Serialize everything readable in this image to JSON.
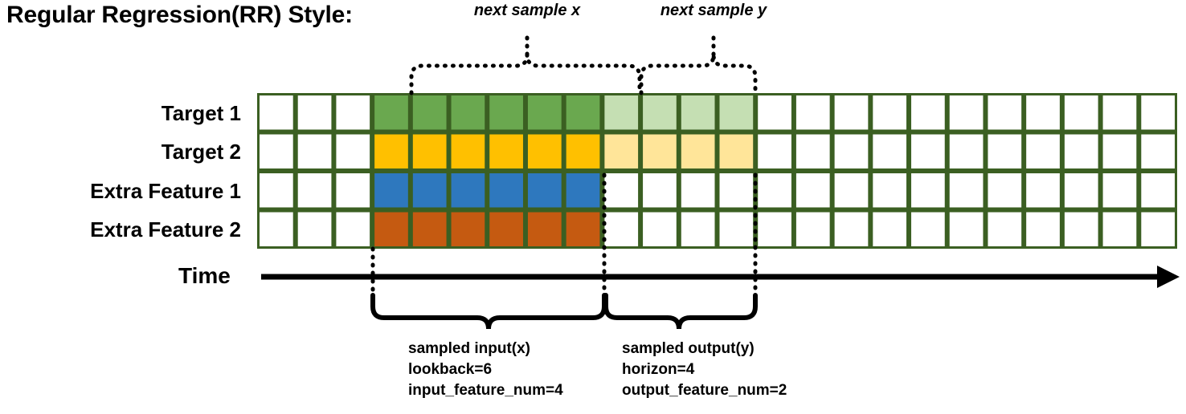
{
  "title": "Regular Regression(RR) Style:",
  "row_labels": [
    "Target 1",
    "Target 2",
    "Extra Feature 1",
    "Extra Feature 2"
  ],
  "time_axis": {
    "label": "Time"
  },
  "top_annotations": [
    {
      "name": "next-sample-x",
      "text": "next sample x"
    },
    {
      "name": "next-sample-y",
      "text": "next sample y"
    }
  ],
  "bottom_annotations": [
    {
      "name": "sampled-input",
      "lines": [
        "sampled input(x)",
        "lookback=6",
        "input_feature_num=4"
      ]
    },
    {
      "name": "sampled-output",
      "lines": [
        "sampled output(y)",
        "horizon=4",
        "output_feature_num=2"
      ]
    }
  ],
  "colors": {
    "grid_border": "#3B5F22",
    "target1_dark": "#6AA84F",
    "target1_light": "#C5DFB3",
    "target2_dark": "#FFC000",
    "target2_light": "#FFE599",
    "extra1": "#2E78BE",
    "extra2": "#C55A11",
    "empty": "#FFFFFF",
    "ink": "#000000"
  },
  "grid": {
    "columns": 24,
    "rows": 4,
    "lookback_start_col": 3,
    "lookback_end_col": 9,
    "horizon_end_col": 13,
    "cells": [
      [
        "empty",
        "empty",
        "empty",
        "target1_dark",
        "target1_dark",
        "target1_dark",
        "target1_dark",
        "target1_dark",
        "target1_dark",
        "target1_light",
        "target1_light",
        "target1_light",
        "target1_light",
        "empty",
        "empty",
        "empty",
        "empty",
        "empty",
        "empty",
        "empty",
        "empty",
        "empty",
        "empty",
        "empty"
      ],
      [
        "empty",
        "empty",
        "empty",
        "target2_dark",
        "target2_dark",
        "target2_dark",
        "target2_dark",
        "target2_dark",
        "target2_dark",
        "target2_light",
        "target2_light",
        "target2_light",
        "target2_light",
        "empty",
        "empty",
        "empty",
        "empty",
        "empty",
        "empty",
        "empty",
        "empty",
        "empty",
        "empty",
        "empty"
      ],
      [
        "empty",
        "empty",
        "empty",
        "extra1",
        "extra1",
        "extra1",
        "extra1",
        "extra1",
        "extra1",
        "empty",
        "empty",
        "empty",
        "empty",
        "empty",
        "empty",
        "empty",
        "empty",
        "empty",
        "empty",
        "empty",
        "empty",
        "empty",
        "empty",
        "empty"
      ],
      [
        "empty",
        "empty",
        "empty",
        "extra2",
        "extra2",
        "extra2",
        "extra2",
        "extra2",
        "extra2",
        "empty",
        "empty",
        "empty",
        "empty",
        "empty",
        "empty",
        "empty",
        "empty",
        "empty",
        "empty",
        "empty",
        "empty",
        "empty",
        "empty",
        "empty"
      ]
    ]
  }
}
